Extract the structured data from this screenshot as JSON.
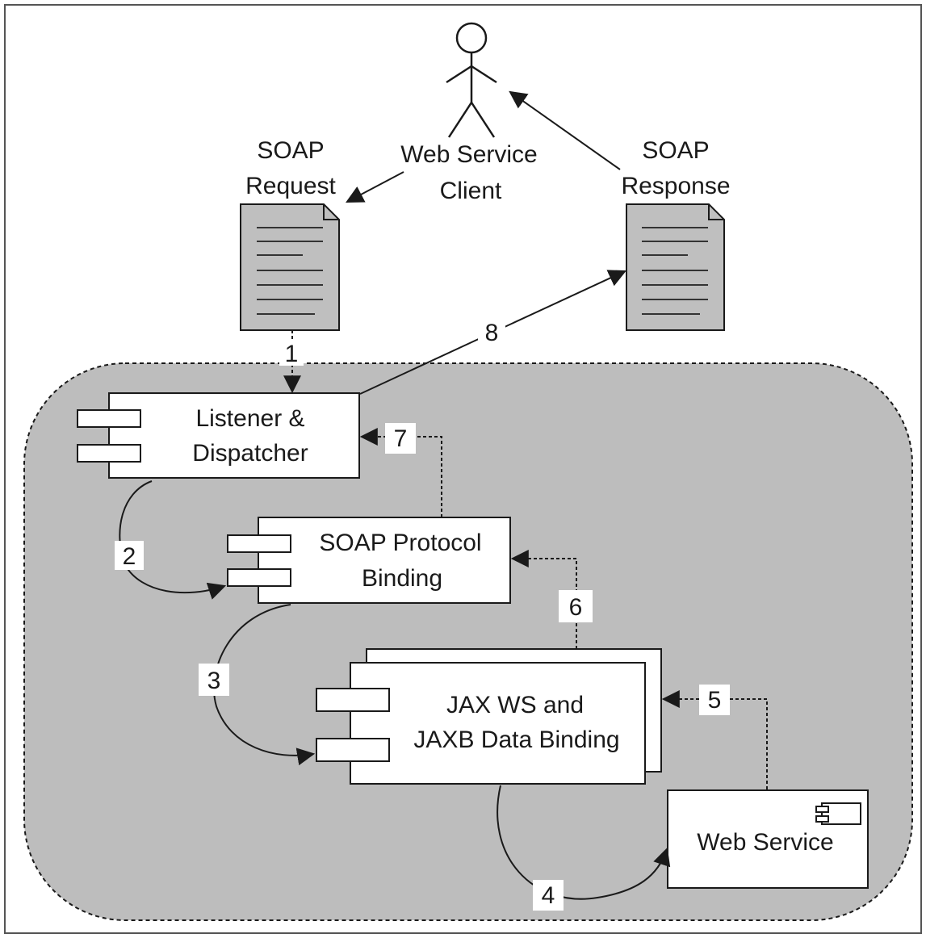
{
  "colors": {
    "background": "#ffffff",
    "container_fill": "#bdbdbd",
    "document_fill": "#bfbfbf",
    "box_fill": "#ffffff",
    "stroke": "#1a1a1a"
  },
  "actor": {
    "icon": "stick-figure-icon",
    "label_line1": "Web Service",
    "label_line2": "Client"
  },
  "documents": {
    "request": {
      "icon": "document-icon",
      "line1": "SOAP",
      "line2": "Request"
    },
    "response": {
      "icon": "document-icon",
      "line1": "SOAP",
      "line2": "Response"
    }
  },
  "components": {
    "listener": {
      "icon": "component-icon",
      "line1": "Listener &",
      "line2": "Dispatcher"
    },
    "soap": {
      "icon": "component-icon",
      "line1": "SOAP Protocol",
      "line2": "Binding"
    },
    "jax": {
      "icon": "component-icon",
      "line1": "JAX WS and",
      "line2": "JAXB Data Binding"
    },
    "webservice": {
      "icon": "component-icon",
      "line1": "Web Service"
    }
  },
  "steps": {
    "s1": "1",
    "s2": "2",
    "s3": "3",
    "s4": "4",
    "s5": "5",
    "s6": "6",
    "s7": "7",
    "s8": "8"
  }
}
